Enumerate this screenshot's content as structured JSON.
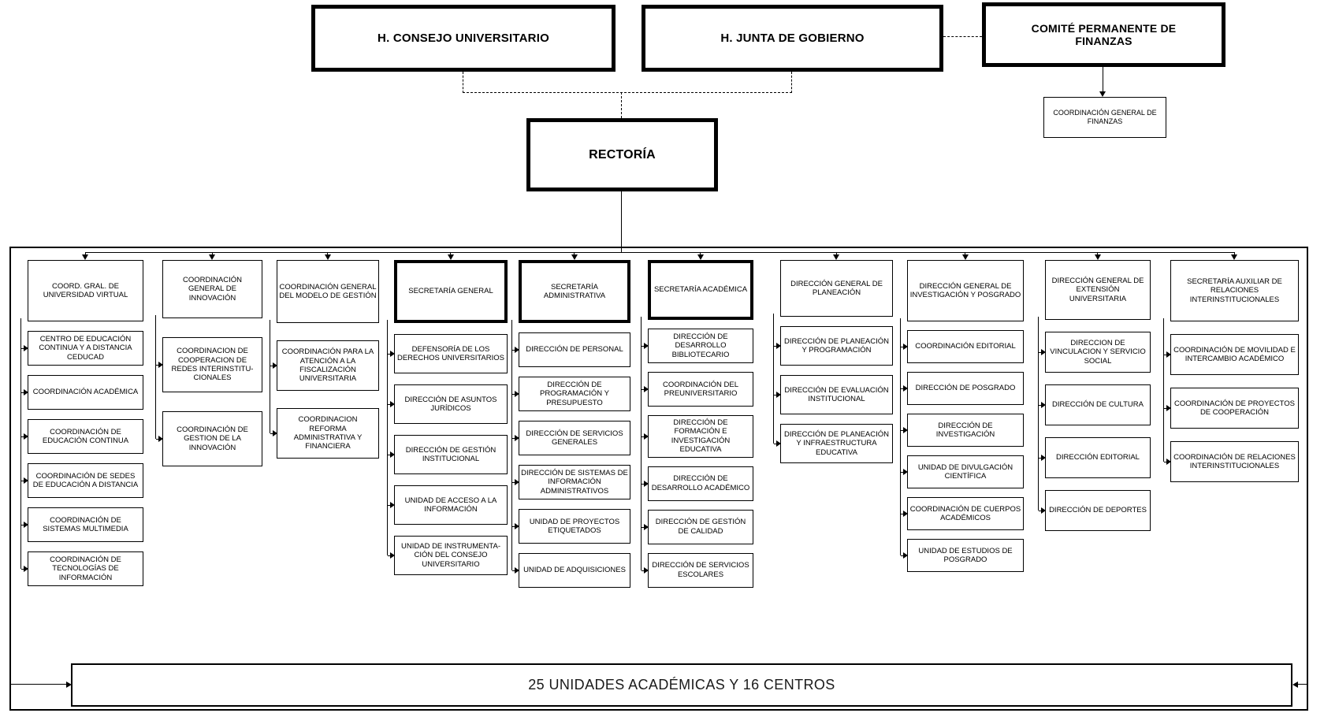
{
  "top": {
    "consejo": "H. CONSEJO UNIVERSITARIO",
    "junta": "H. JUNTA DE GOBIERNO",
    "comite": "COMITÉ PERMANENTE DE FINANZAS",
    "coordinacion_general_finanzas": "COORDINACIÓN GENERAL DE FINANZAS",
    "rectoria": "RECTORÍA"
  },
  "columns": [
    {
      "head": "COORD. GRAL. DE UNIVERSIDAD VIRTUAL",
      "children": [
        "CENTRO DE EDUCACIÓN CONTINUA Y A DISTANCIA CEDUCAD",
        "COORDINACIÓN ACADÉMICA",
        "COORDINACIÓN DE EDUCACIÓN CONTINUA",
        "COORDINACIÓN DE SEDES DE EDUCACIÓN A DISTANCIA",
        "COORDINACIÓN DE SISTEMAS MULTIMEDIA",
        "COORDINACIÓN DE TECNOLOGÍAS DE INFORMACIÓN"
      ]
    },
    {
      "head": "COORDINACIÓN GENERAL DE INNOVACIÓN",
      "children": [
        "COORDINACION DE COOPERACION DE REDES INTERINSTITU-CIONALES",
        "COORDINACIÓN DE GESTION DE LA INNOVACIÓN"
      ]
    },
    {
      "head": "COORDINACIÓN GENERAL DEL MODELO DE GESTIÓN",
      "children": [
        "COORDINACIÓN PARA LA ATENCIÓN A LA FISCALIZACIÓN UNIVERSITARIA",
        "COORDINACION REFORMA ADMINISTRATIVA Y FINANCIERA"
      ]
    },
    {
      "head": "SECRETARÍA GENERAL",
      "children": [
        "DEFENSORÍA DE LOS DERECHOS UNIVERSITARIOS",
        "DIRECCIÓN DE ASUNTOS JURÍDICOS",
        "DIRECCIÓN DE GESTIÓN INSTITUCIONAL",
        "UNIDAD DE ACCESO A LA INFORMACIÓN",
        "UNIDAD DE INSTRUMENTA-CIÓN DEL CONSEJO UNIVERSITARIO"
      ]
    },
    {
      "head": "SECRETARÍA ADMINISTRATIVA",
      "children": [
        "DIRECCIÓN DE PERSONAL",
        "DIRECCIÓN DE PROGRAMACIÓN Y PRESUPUESTO",
        "DIRECCIÓN DE SERVICIOS GENERALES",
        "DIRECCIÓN DE SISTEMAS DE INFORMACIÓN ADMINISTRATIVOS",
        "UNIDAD DE PROYECTOS ETIQUETADOS",
        "UNIDAD DE ADQUISICIONES"
      ]
    },
    {
      "head": "SECRETARÍA ACADÉMICA",
      "children": [
        "DIRECCIÓN DE DESARROLLO BIBLIOTECARIO",
        "COORDINACIÓN DEL PREUNIVERSITARIO",
        "DIRECCIÓN DE FORMACIÓN E INVESTIGACIÓN EDUCATIVA",
        "DIRECCIÓN DE DESARROLLO ACADÉMICO",
        "DIRECCIÓN DE GESTIÓN DE CALIDAD",
        "DIRECCIÓN DE SERVICIOS ESCOLARES"
      ]
    },
    {
      "head": "DIRECCIÓN GENERAL DE PLANEACIÓN",
      "children": [
        "DIRECCIÓN DE PLANEACIÓN Y PROGRAMACIÓN",
        "DIRECCIÓN DE EVALUACIÓN INSTITUCIONAL",
        "DIRECCIÓN DE PLANEACIÓN Y INFRAESTRUCTURA EDUCATIVA"
      ]
    },
    {
      "head": "DIRECCIÓN GENERAL DE INVESTIGACIÓN Y POSGRADO",
      "children": [
        "COORDINACIÓN EDITORIAL",
        "DIRECCIÓN DE POSGRADO",
        "DIRECCIÓN DE INVESTIGACIÓN",
        "UNIDAD DE DIVULGACIÓN CIENTÍFICA",
        "COORDINACIÓN DE CUERPOS ACADÉMICOS",
        "UNIDAD DE ESTUDIOS DE POSGRADO"
      ]
    },
    {
      "head": "DIRECCIÓN GENERAL DE EXTENSIÓN UNIVERSITARIA",
      "children": [
        "DIRECCION DE VINCULACION Y SERVICIO SOCIAL",
        "DIRECCIÓN DE CULTURA",
        "DIRECCIÓN EDITORIAL",
        "DIRECCIÓN DE DEPORTES"
      ]
    },
    {
      "head": "SECRETARÍA AUXILIAR DE RELACIONES INTERINSTITUCIONALES",
      "children": [
        "COORDINACIÓN DE MOVILIDAD E INTERCAMBIO ACADÉMICO",
        "COORDINACIÓN DE PROYECTOS DE COOPERACIÓN",
        "COORDINACIÓN DE RELACIONES INTERINSTITUCIONALES"
      ]
    }
  ],
  "bottom": {
    "label": "25 UNIDADES ACADÉMICAS  Y 16 CENTROS"
  }
}
